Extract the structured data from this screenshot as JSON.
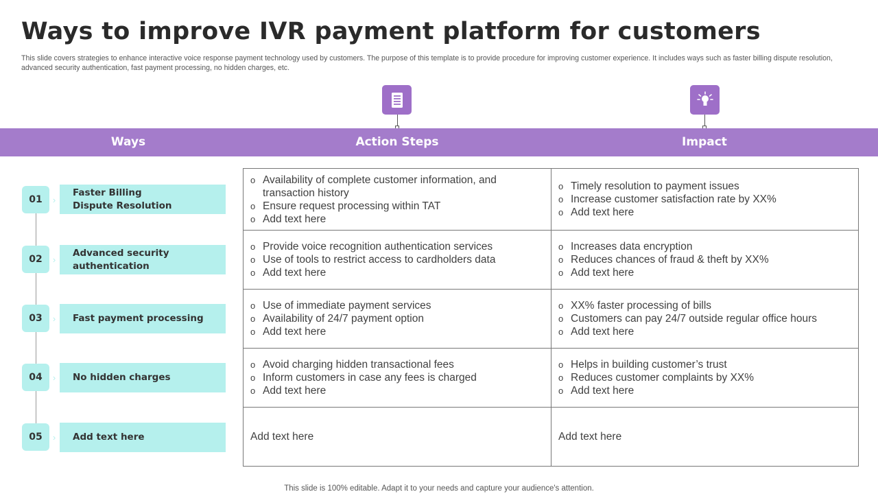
{
  "title": "Ways to improve IVR payment platform for customers",
  "subtitle": "This slide covers strategies to enhance interactive voice response payment technology used by customers. The purpose of this template is to provide procedure for improving customer experience. It includes ways such as faster billing dispute resolution, advanced security authentication, fast payment processing, no hidden charges, etc.",
  "headers": {
    "ways": "Ways",
    "action_steps": "Action Steps",
    "impact": "Impact"
  },
  "icons": {
    "action_steps": "document-list-icon",
    "impact": "lightbulb-icon"
  },
  "colors": {
    "header": "#a47ccb",
    "icon_bg": "#9e6fc8",
    "way_bg": "#b5f0ed"
  },
  "rows": [
    {
      "num": "01",
      "way": "Faster Billing\nDispute Resolution",
      "actions": [
        "Availability of complete customer information, and transaction history",
        "Ensure request processing within TAT",
        "Add text here"
      ],
      "impacts": [
        "Timely resolution to payment issues",
        "Increase customer satisfaction rate by XX%",
        "Add text here"
      ]
    },
    {
      "num": "02",
      "way": "Advanced security\nauthentication",
      "actions": [
        "Provide voice recognition authentication  services",
        "Use of tools to restrict access to cardholders data",
        "Add text here"
      ],
      "impacts": [
        "Increases data encryption",
        "Reduces chances of fraud & theft by XX%",
        "Add text here"
      ]
    },
    {
      "num": "03",
      "way": "Fast payment processing",
      "actions": [
        "Use of immediate payment services",
        "Availability of 24/7 payment option",
        "Add text here"
      ],
      "impacts": [
        "XX% faster processing of bills",
        "Customers can pay 24/7 outside regular office hours",
        "Add text here"
      ]
    },
    {
      "num": "04",
      "way": "No hidden charges",
      "actions": [
        "Avoid charging hidden transactional fees",
        "Inform  customers in case any fees is charged",
        "Add text here"
      ],
      "impacts": [
        "Helps in building customer’s trust",
        "Reduces customer complaints by XX%",
        "Add text here"
      ]
    },
    {
      "num": "05",
      "way": "Add text here",
      "action_text": "Add text here",
      "impact_text": "Add text here"
    }
  ],
  "footer": "This slide is 100% editable. Adapt it to your needs and capture your audience's attention."
}
